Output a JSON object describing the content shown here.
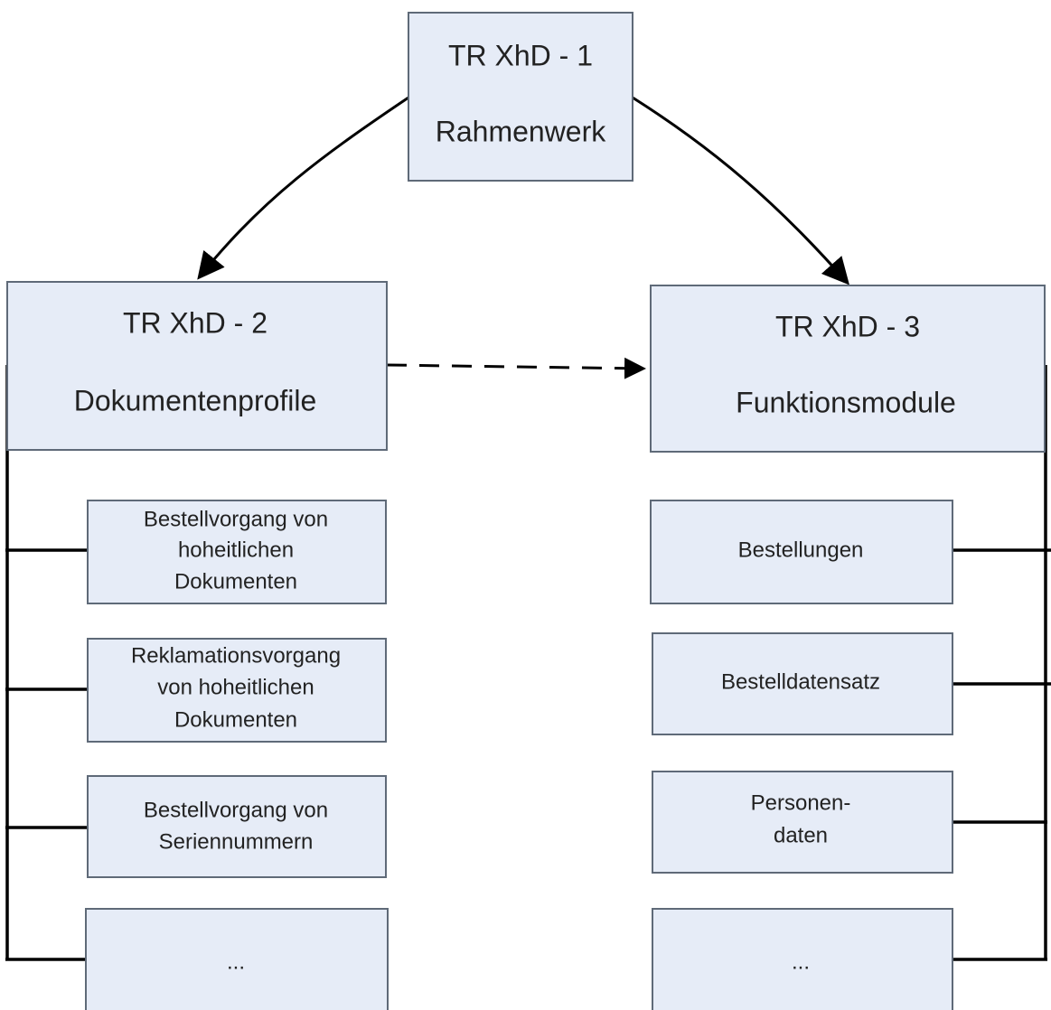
{
  "colors": {
    "box_fill": "#e6ecf7",
    "box_border": "#5f6a78",
    "line": "#000000",
    "text": "#222222"
  },
  "framework": {
    "id_label": "TR XhD - 1",
    "name": "Rahmenwerk"
  },
  "document_profiles": {
    "id_label": "TR XhD - 2",
    "name": "Dokumentenprofile",
    "items": [
      {
        "lines": [
          "Bestellvorgang von",
          "hoheitlichen",
          "Dokumenten"
        ]
      },
      {
        "lines": [
          "Reklamationsvorgang",
          "von hoheitlichen",
          "Dokumenten"
        ]
      },
      {
        "lines": [
          "Bestellvorgang von",
          "Seriennummern"
        ]
      },
      {
        "lines": [
          "..."
        ]
      }
    ]
  },
  "function_modules": {
    "id_label": "TR XhD - 3",
    "name": "Funktionsmodule",
    "items": [
      {
        "lines": [
          "Bestellungen"
        ]
      },
      {
        "lines": [
          "Bestelldatensatz"
        ]
      },
      {
        "lines": [
          "Personen-",
          "daten"
        ]
      },
      {
        "lines": [
          "..."
        ]
      }
    ]
  }
}
